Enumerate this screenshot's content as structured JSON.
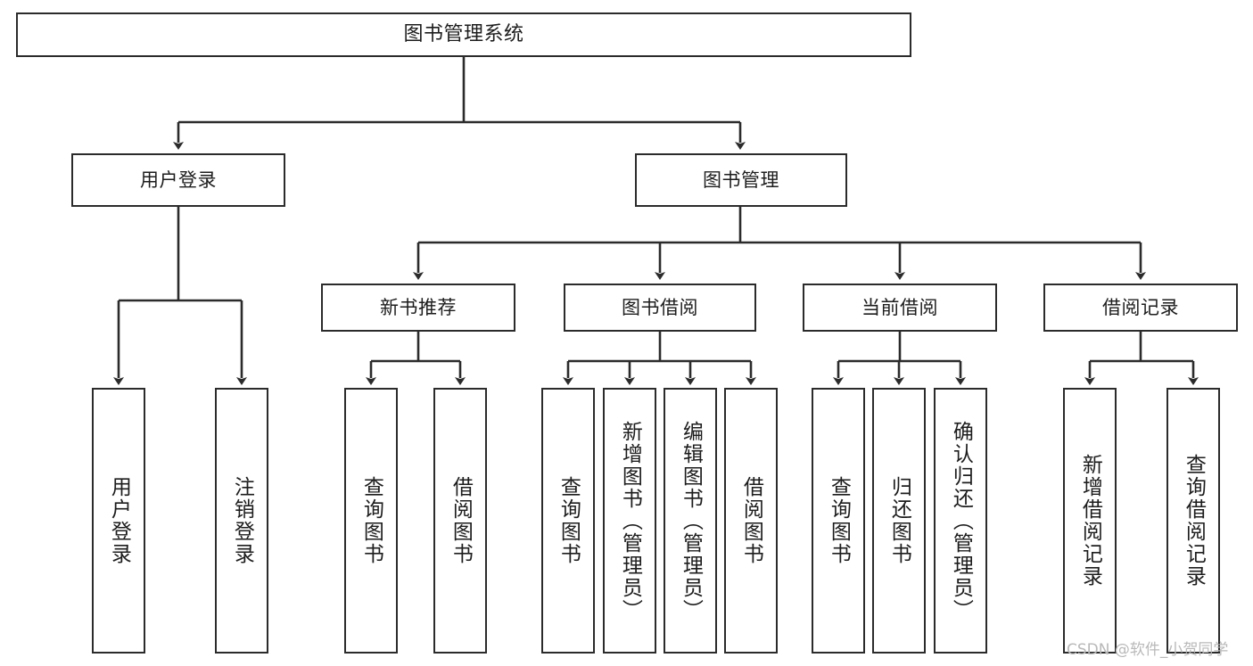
{
  "diagram": {
    "type": "tree",
    "title": "图书管理系统",
    "watermark": "CSDN @软件_小贺同学",
    "colors": {
      "stroke": "#2b2b2b",
      "fill": "#ffffff",
      "text": "#1d1d1d",
      "watermark": "#b9b9b9",
      "background": "#ffffff"
    },
    "levels": {
      "root": {
        "label": "图书管理系统"
      },
      "level1": [
        {
          "label": "用户登录"
        },
        {
          "label": "图书管理"
        }
      ],
      "level2": [
        {
          "label": "新书推荐"
        },
        {
          "label": "图书借阅"
        },
        {
          "label": "当前借阅"
        },
        {
          "label": "借阅记录"
        }
      ],
      "leaves": {
        "user_login": [
          {
            "label": "用户登录"
          },
          {
            "label": "注销登录"
          }
        ],
        "new_book_recommend": [
          {
            "label": "查询图书"
          },
          {
            "label": "借阅图书"
          }
        ],
        "book_borrow": [
          {
            "label": "查询图书"
          },
          {
            "label": "新增图书（管理员）"
          },
          {
            "label": "编辑图书（管理员）"
          },
          {
            "label": "借阅图书"
          }
        ],
        "current_borrow": [
          {
            "label": "查询图书"
          },
          {
            "label": "归还图书"
          },
          {
            "label": "确认归还（管理员）"
          }
        ],
        "borrow_record": [
          {
            "label": "新增借阅记录"
          },
          {
            "label": "查询借阅记录"
          }
        ]
      }
    }
  }
}
